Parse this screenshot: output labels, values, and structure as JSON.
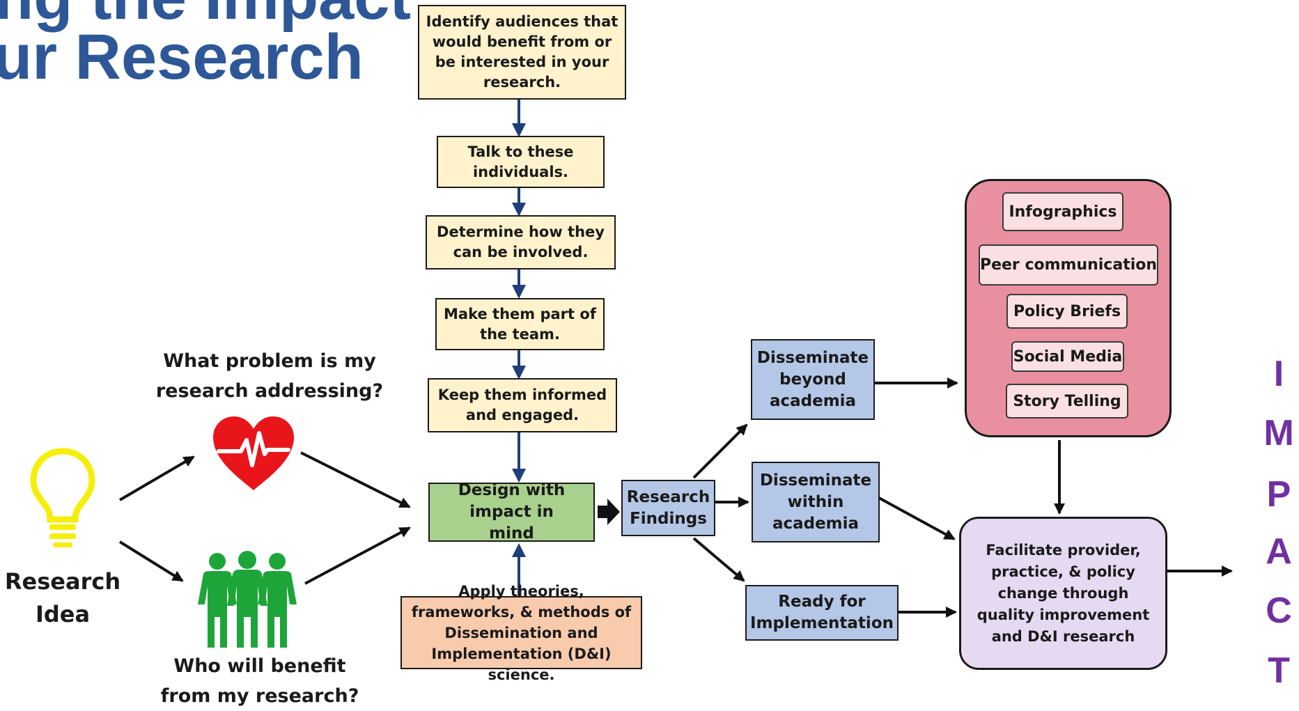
{
  "title": {
    "line1": "ng the Impact",
    "line2": "ur Research"
  },
  "research_idea": "Research Idea",
  "questions": {
    "problem": "What problem is my research addressing?",
    "benefit": "Who will benefit from my research?"
  },
  "engagement_steps": [
    "Identify audiences that would benefit from or be interested in your research.",
    "Talk to these individuals.",
    "Determine how they can be involved.",
    "Make them part of the team.",
    "Keep them informed and engaged."
  ],
  "design": "Design with impact in mind",
  "theories": "Apply theories, frameworks, & methods of Dissemination and Implementation (D&I) science.",
  "findings": "Research Findings",
  "dissemination": {
    "beyond": "Disseminate beyond academia",
    "within": "Disseminate within academia",
    "ready": "Ready for Implementation"
  },
  "channels": [
    "Infographics",
    "Peer communication",
    "Policy Briefs",
    "Social Media",
    "Story Telling"
  ],
  "facilitate": "Facilitate provider, practice, & policy change through quality improvement and D&I research",
  "impact_letters": [
    "I",
    "M",
    "P",
    "A",
    "C",
    "T"
  ],
  "colors": {
    "title": "#2e5797",
    "engagement": "#fff2cc",
    "design": "#a9d18e",
    "theories": "#f8cbad",
    "dissemination": "#b4c7e7",
    "channels_panel": "#e8909f",
    "channel_chip": "#fbe0e3",
    "facilitate": "#e6d9f2",
    "impact": "#7030a0",
    "bulb": "#f5ee0a",
    "heart": "#e8151b",
    "people": "#1ea539",
    "arrow_vertical": "#1f3f7a",
    "arrow": "#111111"
  },
  "icons": [
    "lightbulb-icon",
    "heartbeat-icon",
    "people-group-icon"
  ]
}
